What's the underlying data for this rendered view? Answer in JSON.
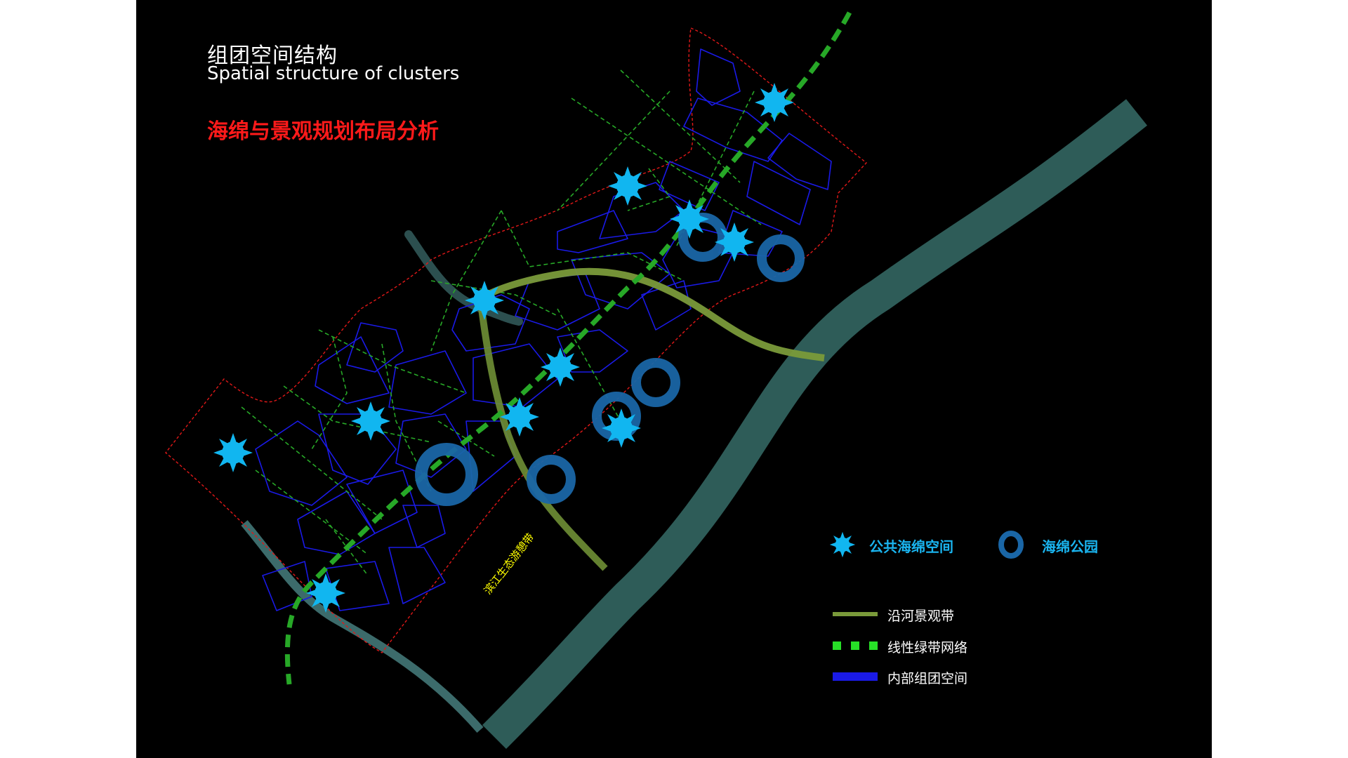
{
  "title": {
    "zh": "组团空间结构",
    "en": "Spatial structure of clusters"
  },
  "subtitle": "海绵与景观规划布局分析",
  "map_labels": {
    "eco_belt": "滨江生态游憩带"
  },
  "legend": {
    "sponge_space": {
      "label": "公共海绵空间",
      "icon": "sun-burst-icon"
    },
    "sponge_park": {
      "label": "海绵公园",
      "icon": "ring-icon"
    },
    "riverside_belt": {
      "label": "沿河景观带"
    },
    "green_network": {
      "label": "线性绿带网络"
    },
    "inner_space": {
      "label": "内部组团空间"
    }
  },
  "colors": {
    "background": "#000000",
    "river": "#2e5c58",
    "riverside_belt": "#7a9a3a",
    "green_network": "#27a827",
    "inner_space": "#1a1ae6",
    "boundary": "#e01818",
    "sponge_space": "#11b6f0",
    "sponge_park": "#1a66a6",
    "eco_belt_label": "#ffff00"
  }
}
